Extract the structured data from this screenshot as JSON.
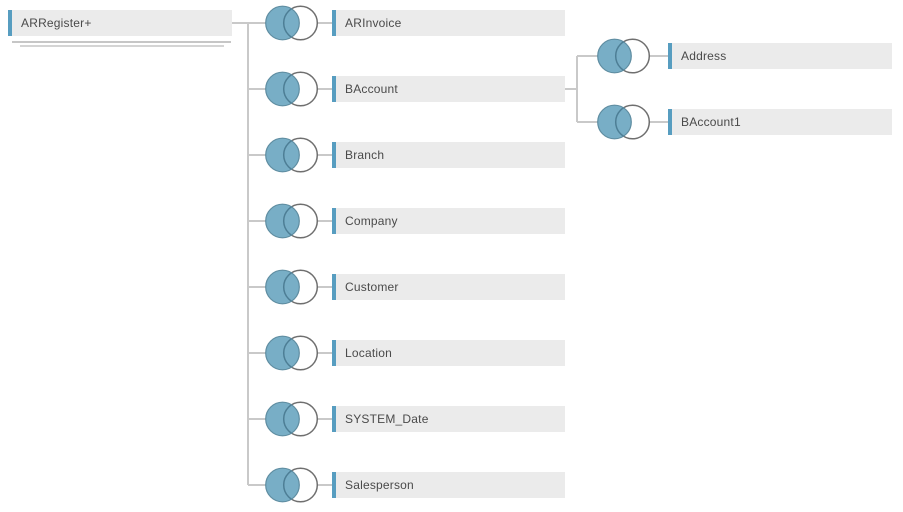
{
  "colors": {
    "accent_bar": "#579dc0",
    "box_bg": "#ebebeb",
    "text_color": "#4a4a4a",
    "connector": "#c9c9c9",
    "venn_fill": "#78aec6",
    "venn_left_outline": "#5f8da1",
    "venn_outline": "#6f6f6f",
    "venn_overlap": "#4d7e95",
    "canvas_bg": "#ffffff"
  },
  "diagram": {
    "root": {
      "label": "ARRegister+",
      "type": "union"
    },
    "joins": [
      {
        "table": "ARInvoice",
        "join_type": "left"
      },
      {
        "table": "BAccount",
        "join_type": "left",
        "children": [
          {
            "table": "Address",
            "join_type": "left"
          },
          {
            "table": "BAccount1",
            "join_type": "left"
          }
        ]
      },
      {
        "table": "Branch",
        "join_type": "left"
      },
      {
        "table": "Company",
        "join_type": "left"
      },
      {
        "table": "Customer",
        "join_type": "left"
      },
      {
        "table": "Location",
        "join_type": "left"
      },
      {
        "table": "SYSTEM_Date",
        "join_type": "left"
      },
      {
        "table": "Salesperson",
        "join_type": "left"
      }
    ]
  }
}
